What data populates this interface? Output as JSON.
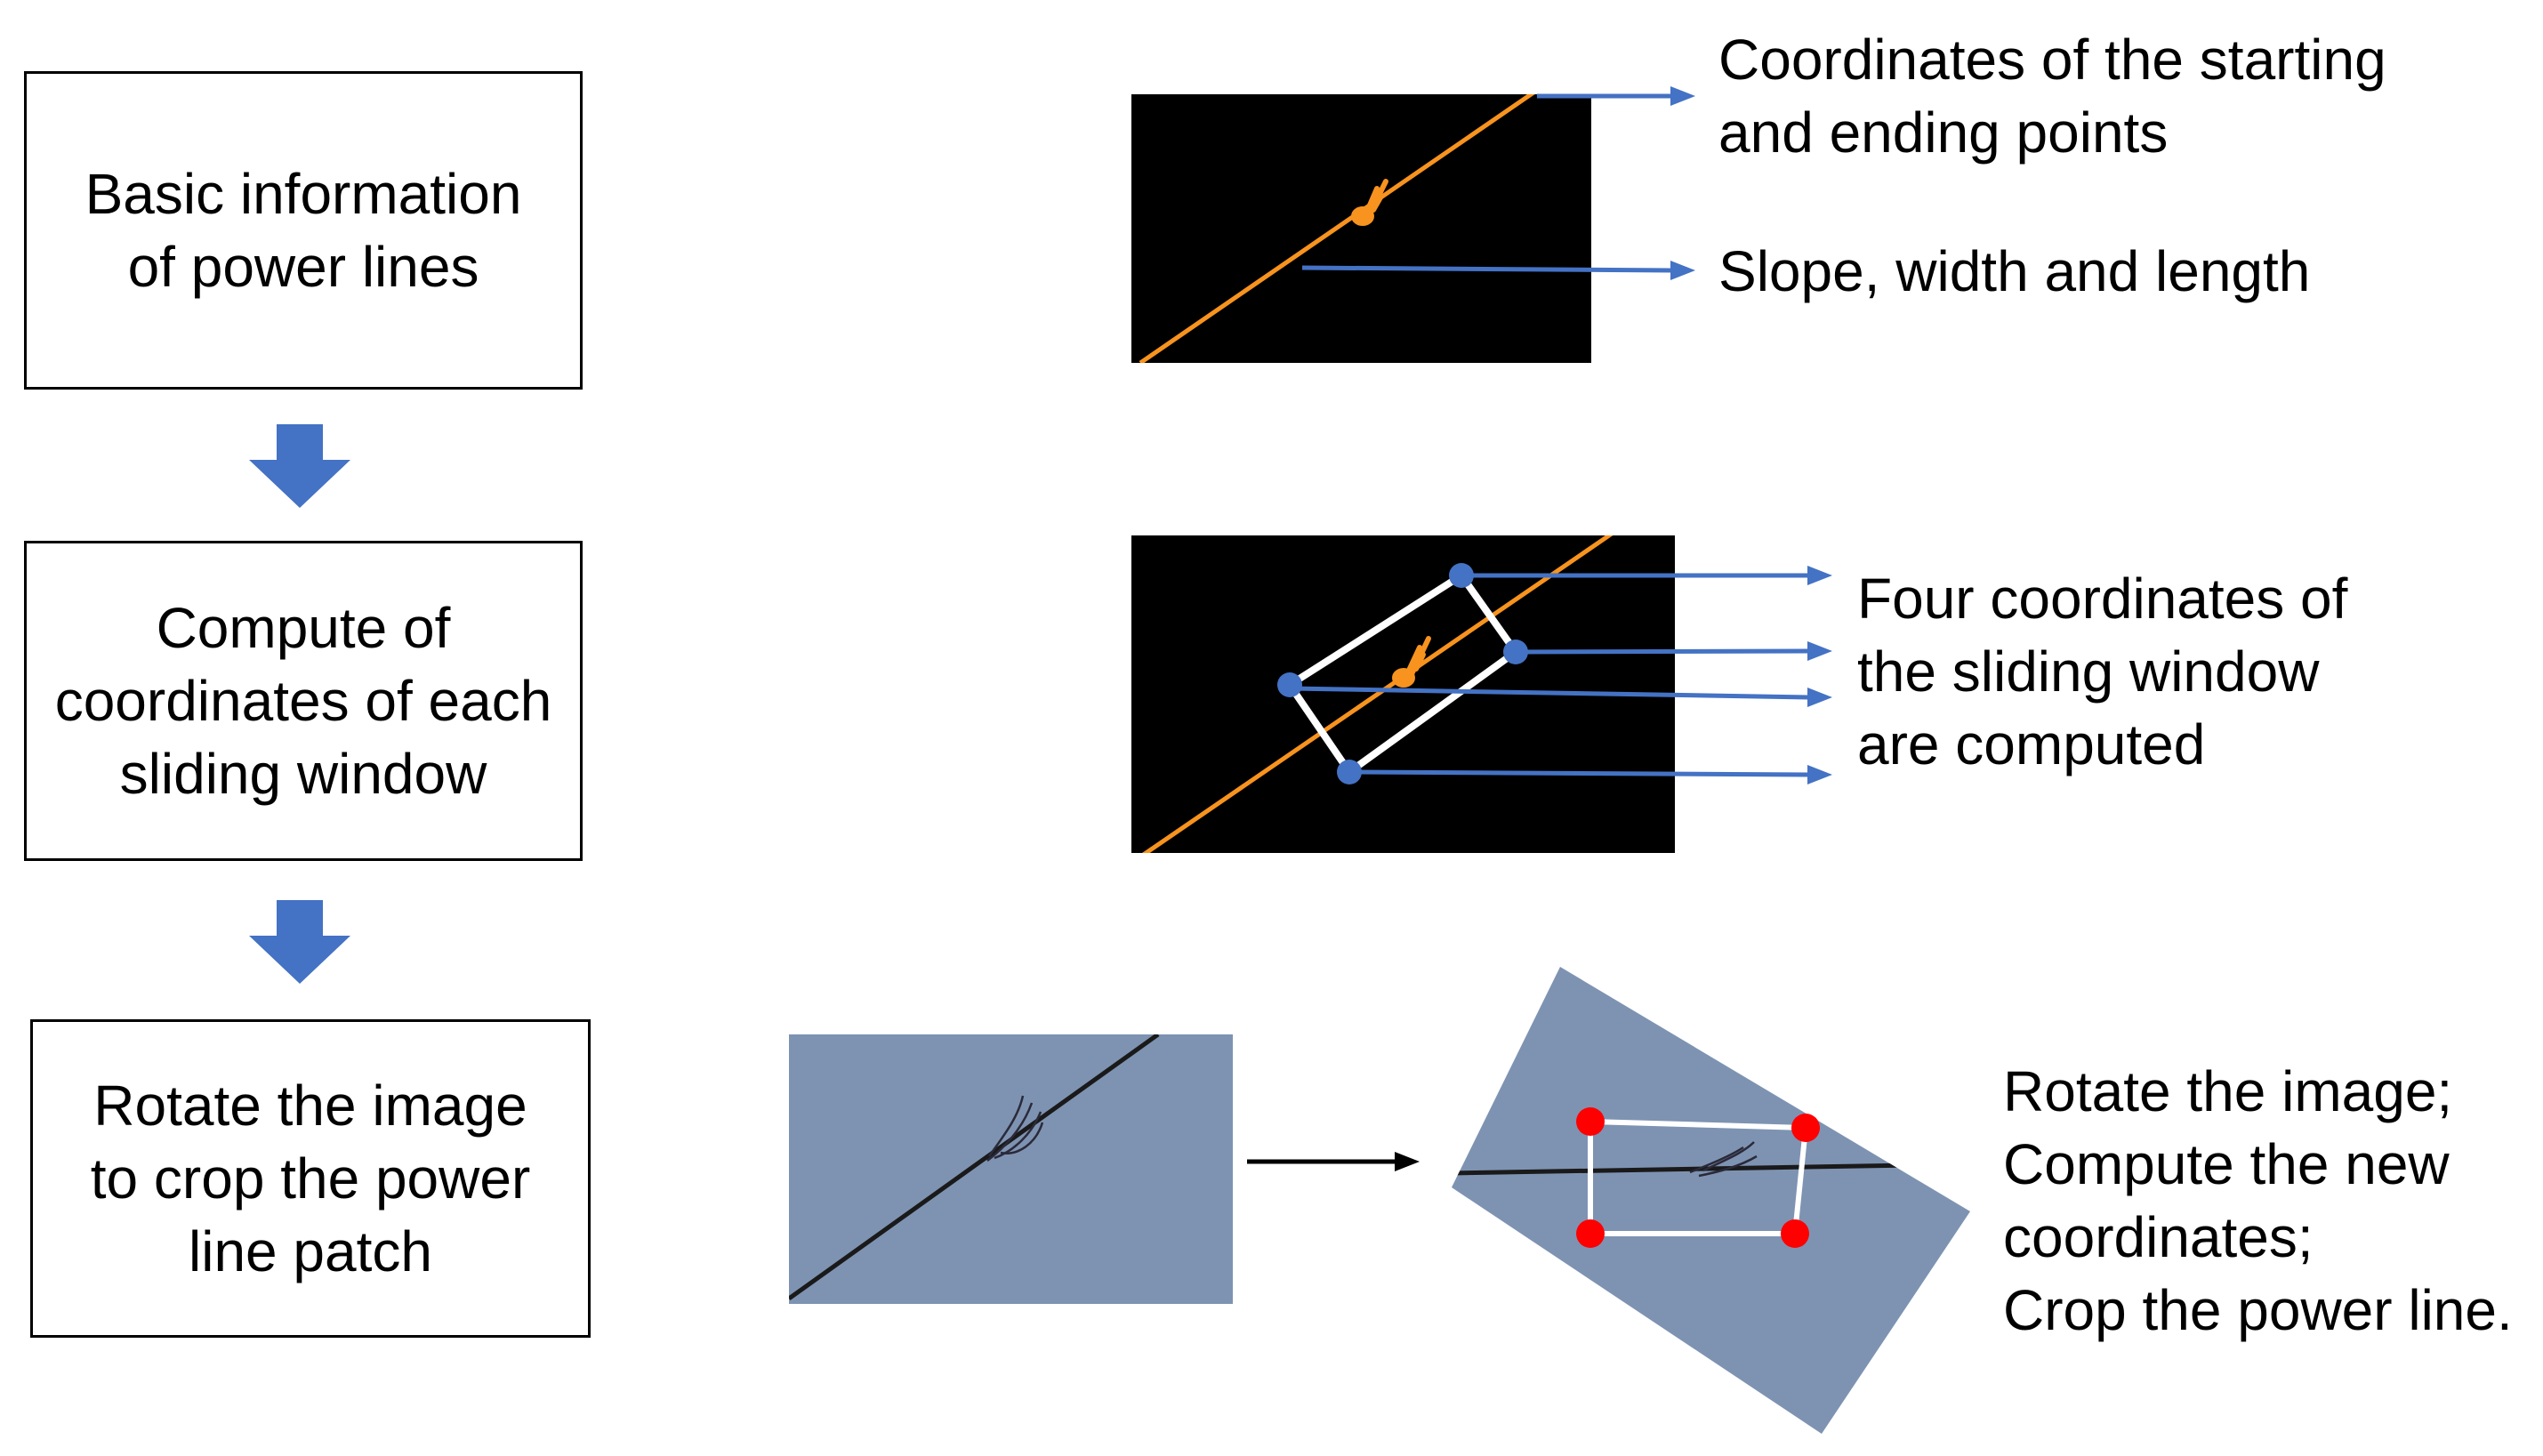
{
  "flow_steps": [
    {
      "line1": "Basic information",
      "line2": "of power lines"
    },
    {
      "line1": "Compute of",
      "line2": "coordinates of each",
      "line3": "sliding window"
    },
    {
      "line1": "Rotate the image",
      "line2": "to crop the power",
      "line3": "line patch"
    }
  ],
  "annotations": {
    "row1": {
      "endpoints_line1": "Coordinates of the starting",
      "endpoints_line2": "and ending points",
      "slope": "Slope, width and length"
    },
    "row2": {
      "line1": "Four coordinates of",
      "line2": "the sliding window",
      "line3": "are computed"
    },
    "row3": {
      "line1": "Rotate the image;",
      "line2": "Compute the new",
      "line3": "coordinates;",
      "line4": "Crop the power line."
    }
  },
  "colors": {
    "arrow_blue": "#4472C4",
    "power_line_orange": "#F7931E",
    "sky_blue": "#7E93B2",
    "corner_red": "#FF0000",
    "mask_black": "#000000"
  },
  "icons": [
    "down-arrow-icon",
    "right-arrow-icon"
  ]
}
